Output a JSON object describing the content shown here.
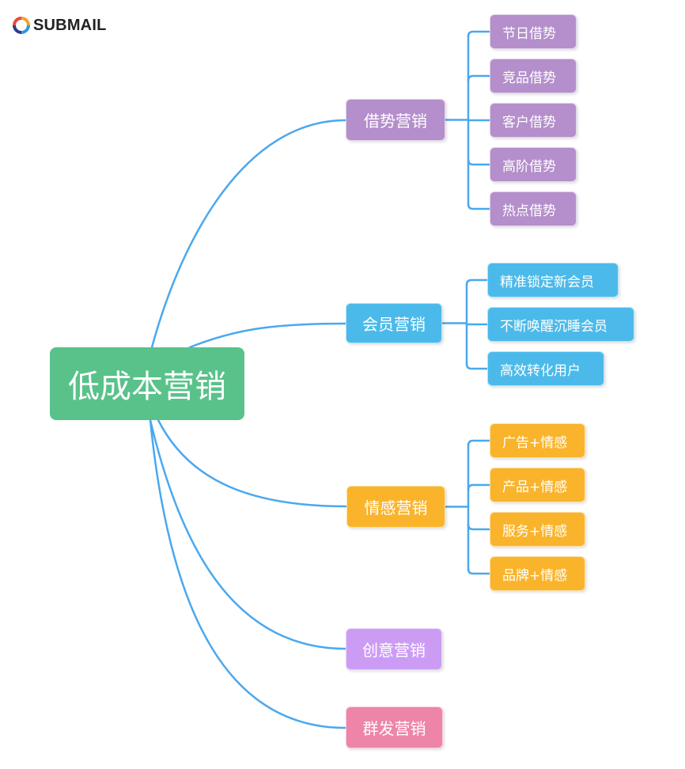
{
  "logo": {
    "text": "SUBMAIL",
    "icon": "ring-logo-icon",
    "colors": [
      "#e84a3a",
      "#f2a12e",
      "#2f9bd8",
      "#2d3a8c"
    ]
  },
  "colors": {
    "link": "#4aa8ee",
    "root": "#59c28a",
    "purple": "#b48fcb",
    "blue": "#4bbaea",
    "orange": "#fab42b",
    "violet": "#cc9cf5",
    "pink": "#ee85a8"
  },
  "mindmap": {
    "root": "低成本营销",
    "branches": [
      {
        "label": "借势营销",
        "color": "purple",
        "children": [
          "节日借势",
          "竞品借势",
          "客户借势",
          "高阶借势",
          "热点借势"
        ]
      },
      {
        "label": "会员营销",
        "color": "blue",
        "children": [
          "精准锁定新会员",
          "不断唤醒沉睡会员",
          "高效转化用户"
        ]
      },
      {
        "label": "情感营销",
        "color": "orange",
        "children": [
          "广告+情感",
          "产品+情感",
          "服务+情感",
          "品牌+情感"
        ]
      },
      {
        "label": "创意营销",
        "color": "violet",
        "children": []
      },
      {
        "label": "群发营销",
        "color": "pink",
        "children": []
      }
    ]
  }
}
